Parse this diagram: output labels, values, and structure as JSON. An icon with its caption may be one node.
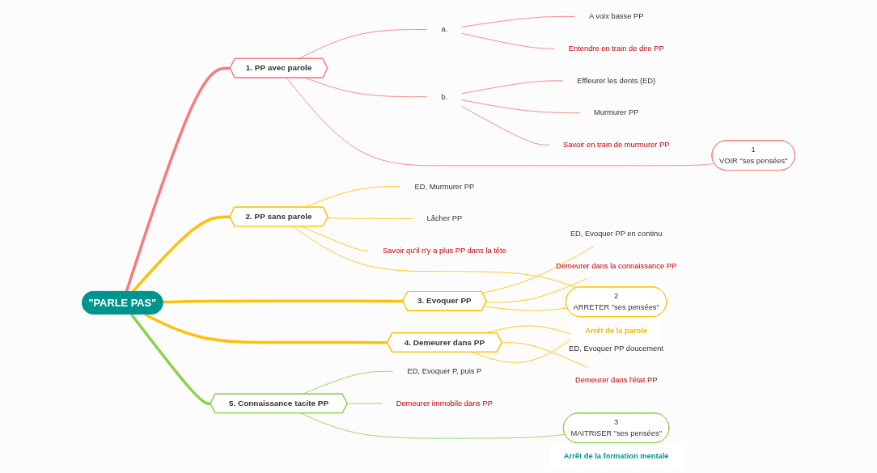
{
  "diagram": {
    "nodes": [
      {
        "text": [
          "\"PARLE PAS\""
        ]
      },
      {
        "text": [
          "1. PP avec parole"
        ]
      },
      {
        "text": [
          "a."
        ]
      },
      {
        "text": [
          "A voix basse PP"
        ]
      },
      {
        "text": [
          "Entendre en train de dire PP"
        ]
      },
      {
        "text": [
          "b."
        ]
      },
      {
        "text": [
          "Effleurer les dents (ED)"
        ]
      },
      {
        "text": [
          "Murmurer PP"
        ]
      },
      {
        "text": [
          "Savoir en train de murmurer PP"
        ]
      },
      {
        "text": [
          "2. PP sans parole"
        ]
      },
      {
        "text": [
          "ED, Murmurer PP"
        ]
      },
      {
        "text": [
          "Lâcher PP"
        ]
      },
      {
        "text": [
          "Savoir qu'il n'y a plus PP dans la tête"
        ]
      },
      {
        "text": [
          "3. Evoquer PP"
        ]
      },
      {
        "text": [
          "ED, Evoquer PP en continu"
        ]
      },
      {
        "text": [
          "Demeurer dans la connaissance PP"
        ]
      },
      {
        "text": [
          "4. Demeurer dans PP"
        ]
      },
      {
        "text": [
          "ED, Evoquer PP doucement"
        ]
      },
      {
        "text": [
          "Demeurer dans l'état PP"
        ]
      },
      {
        "text": [
          "5. Connaissance tacite PP"
        ]
      },
      {
        "text": [
          "ED, Evoquer P, puis P"
        ]
      },
      {
        "text": [
          "Demeurer immobile dans PP"
        ]
      },
      {
        "text": [
          "1",
          "VOIR \"ses pensées\""
        ]
      },
      {
        "text": [
          "2",
          "ARRETER \"ses pensées\""
        ],
        "beside": [
          "Arrêt de la parole"
        ]
      },
      {
        "text": [
          "3",
          "MAITRISER \"ses pensées\""
        ],
        "beside": [
          "Arrêt de la formation mentale"
        ]
      }
    ],
    "edges": [
      {
        "from": 0,
        "to": 1,
        "arrow": "none",
        "style": "thick",
        "color": "#f77b7b"
      },
      {
        "from": 1,
        "to": 2,
        "arrow": "none",
        "color": "#f77b7b"
      },
      {
        "from": 2,
        "to": 3,
        "arrow": "none",
        "color": "#f77b7b"
      },
      {
        "from": 2,
        "to": 4,
        "arrow": "none",
        "color": "#f77b7b"
      },
      {
        "from": 1,
        "to": 5,
        "arrow": "none",
        "color": "#f77b7b"
      },
      {
        "from": 5,
        "to": 6,
        "arrow": "none",
        "color": "#f77b7b"
      },
      {
        "from": 5,
        "to": 7,
        "arrow": "none",
        "color": "#f77b7b"
      },
      {
        "from": 5,
        "to": 8,
        "arrow": "none",
        "color": "#f77b7b"
      },
      {
        "from": 0,
        "to": 9,
        "arrow": "none",
        "style": "thick"
      },
      {
        "from": 9,
        "to": 10,
        "arrow": "none"
      },
      {
        "from": 9,
        "to": 11,
        "arrow": "none"
      },
      {
        "from": 9,
        "to": 12,
        "arrow": "none"
      },
      {
        "from": 0,
        "to": 13,
        "arrow": "none",
        "style": "thick"
      },
      {
        "from": 13,
        "to": 14,
        "arrow": "none"
      },
      {
        "from": 13,
        "to": 15,
        "arrow": "none"
      },
      {
        "from": 0,
        "to": 16,
        "arrow": "none",
        "style": "thick"
      },
      {
        "from": 16,
        "to": 17,
        "arrow": "none"
      },
      {
        "from": 16,
        "to": 18,
        "arrow": "none"
      },
      {
        "from": 0,
        "to": 19,
        "arrow": "none",
        "style": "thick",
        "color": "#8fd14f"
      },
      {
        "from": 19,
        "to": 20,
        "arrow": "none",
        "color": "#8fd14f"
      },
      {
        "from": 19,
        "to": 21,
        "arrow": "none",
        "color": "#8fd14f"
      },
      {
        "from": 1,
        "to": 22,
        "arrow": "none",
        "color": "#f77b7b"
      },
      {
        "from": 9,
        "to": 23,
        "arrow": "none"
      },
      {
        "from": 13,
        "to": 23,
        "arrow": "none"
      },
      {
        "from": 16,
        "to": 23,
        "arrow": "none"
      },
      {
        "from": 19,
        "to": 24,
        "arrow": "none",
        "color": "#8fd14f"
      }
    ]
  }
}
